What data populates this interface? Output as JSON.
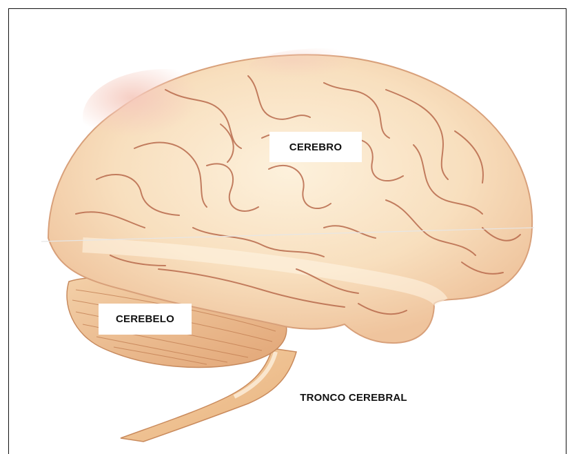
{
  "labels": {
    "cerebro": "CEREBRO",
    "cerebelo": "CEREBELO",
    "tronco": "TRONCO CEREBRAL"
  },
  "colors": {
    "brain_fill": "#f6d9b4",
    "brain_light": "#fbead0",
    "brain_pink": "#f2c6b6",
    "sulcus": "#b86a4c",
    "cerebellum": "#e9b68a",
    "stem": "#f0c393",
    "frame": "#111111"
  }
}
